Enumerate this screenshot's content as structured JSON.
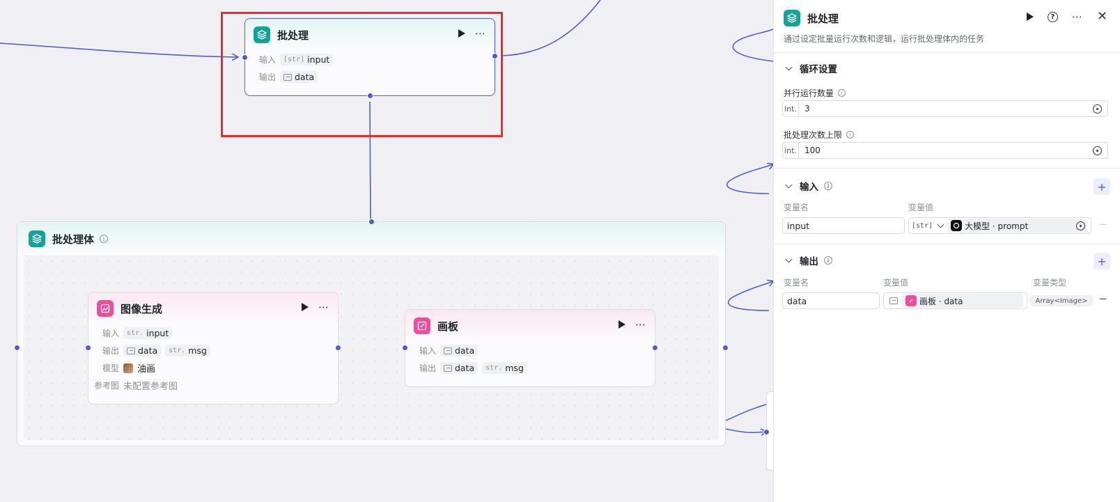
{
  "nodes": {
    "batch": {
      "title": "批处理",
      "rows": [
        {
          "label": "输入",
          "tags": [
            {
              "type": "[str]",
              "name": "input"
            }
          ]
        },
        {
          "label": "输出",
          "tags": [
            {
              "type": "img",
              "name": "data"
            }
          ]
        }
      ]
    },
    "batch_body": {
      "title": "批处理体"
    },
    "image_gen": {
      "title": "图像生成",
      "input_label": "输入",
      "input_type": "str.",
      "input_name": "input",
      "output_label": "输出",
      "output_1": "data",
      "output_2_type": "str.",
      "output_2": "msg",
      "model_label": "模型",
      "model_value": "油画",
      "ref_label": "参考图",
      "ref_value": "未配置参考图"
    },
    "canvas": {
      "title": "画板",
      "input_label": "输入",
      "input_name": "data",
      "output_label": "输出",
      "output_1": "data",
      "output_2_type": "str.",
      "output_2": "msg"
    }
  },
  "panel": {
    "title": "批处理",
    "description": "通过设定批量运行次数和逻辑，运行批处理体内的任务",
    "loop_section": "循环设置",
    "parallel_label": "并行运行数量",
    "parallel_prefix": "int.",
    "parallel_value": "3",
    "limit_label": "批处理次数上限",
    "limit_prefix": "int.",
    "limit_value": "100",
    "input_section": "输入",
    "input_col_name": "变量名",
    "input_col_value": "变量值",
    "input_var_name": "input",
    "input_var_type": "[str]",
    "input_var_ref": "大模型 · prompt",
    "output_section": "输出",
    "output_col_name": "变量名",
    "output_col_value": "变量值",
    "output_col_type": "变量类型",
    "output_var_name": "data",
    "output_var_ref": "画板 · data",
    "output_var_type": "Array<Image>",
    "add_symbol": "+",
    "remove_symbol": "−"
  },
  "colors": {
    "accent": "#4e5bd8",
    "teal": "#13a39a",
    "pink": "#ec4d9c",
    "selection": "#f02a2a"
  }
}
